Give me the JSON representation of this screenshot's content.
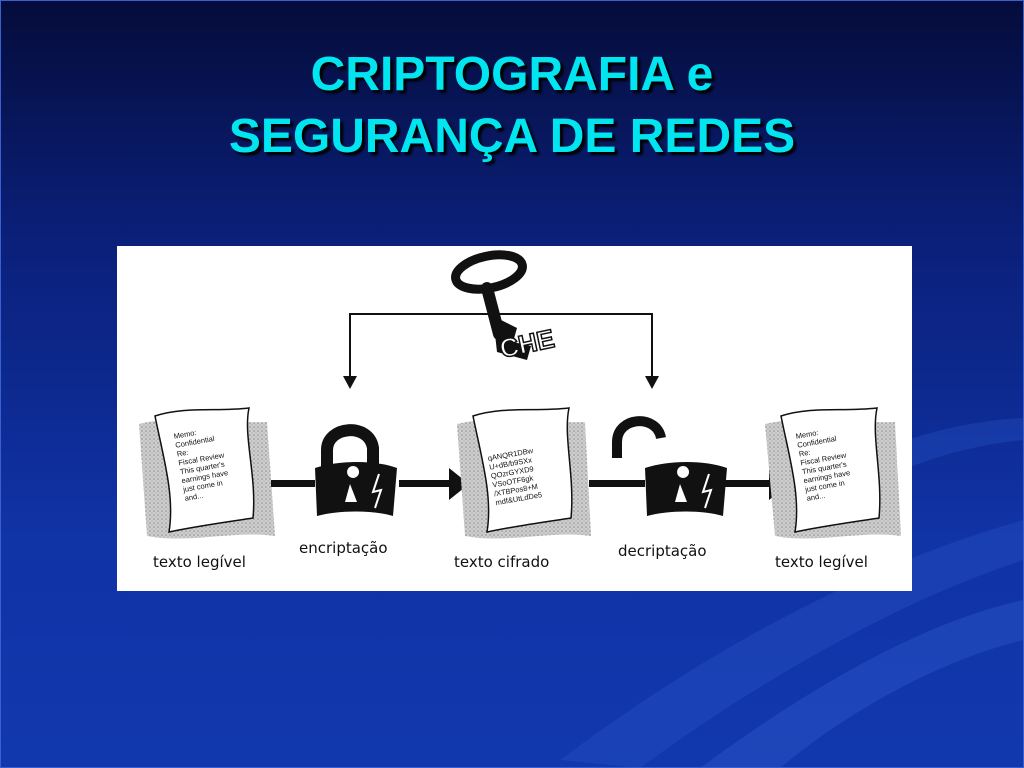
{
  "slide": {
    "title_line1": "CRIPTOGRAFIA e",
    "title_line2": "SEGURANÇA DE REDES"
  },
  "diagram": {
    "key_letters": "CHE",
    "doc1_lines": [
      "Memo:",
      "Confidential",
      "",
      "Re:",
      "Fiscal Review",
      "",
      "This quarter's",
      "earnings have",
      "just come in",
      "and..."
    ],
    "doc2_lines": [
      "qANQR1DBw",
      "U+dB/b9SXx",
      "QOzrGYXD9",
      "VSoOTF6gk",
      "/XTBPos8+M",
      "mdf&UtLdDe5"
    ],
    "doc3_lines": [
      "Memo:",
      "Confidential",
      "",
      "Re:",
      "Fiscal Review",
      "",
      "This quarter's",
      "earnings have",
      "just come in",
      "and..."
    ],
    "captions": {
      "plaintext_left": "texto legível",
      "encryption": "encriptação",
      "ciphertext": "texto cifrado",
      "decryption": "decriptação",
      "plaintext_right": "texto legível"
    },
    "colors": {
      "title": "#00e5f0",
      "background": "#0a1f78"
    }
  }
}
